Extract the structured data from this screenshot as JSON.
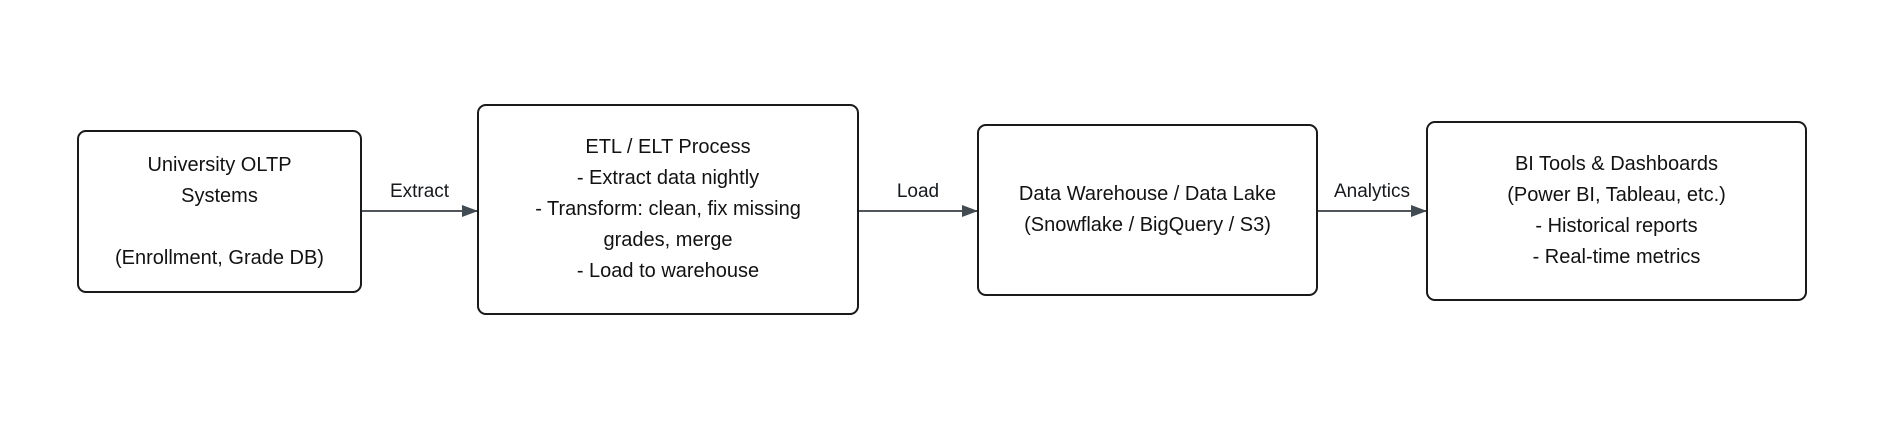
{
  "diagram": {
    "type": "flowchart",
    "colors": {
      "background": "#ffffff",
      "node_border": "#1a1a1a",
      "node_text": "#121212",
      "arrow": "#50565c",
      "arrowhead": "#424a52"
    },
    "nodes": [
      {
        "id": "university-oltp",
        "lines": [
          "University OLTP",
          "Systems",
          "",
          "(Enrollment, Grade DB)"
        ]
      },
      {
        "id": "etl-process",
        "lines": [
          "ETL / ELT Process",
          "- Extract data nightly",
          "- Transform: clean, fix missing",
          "grades, merge",
          "- Load to warehouse"
        ]
      },
      {
        "id": "data-warehouse",
        "lines": [
          "Data Warehouse / Data Lake",
          "(Snowflake / BigQuery / S3)"
        ]
      },
      {
        "id": "bi-tools",
        "lines": [
          "BI Tools & Dashboards",
          "(Power BI, Tableau, etc.)",
          "- Historical reports",
          "- Real-time metrics"
        ]
      }
    ],
    "edges": [
      {
        "from": "university-oltp",
        "to": "etl-process",
        "label": "Extract"
      },
      {
        "from": "etl-process",
        "to": "data-warehouse",
        "label": "Load"
      },
      {
        "from": "data-warehouse",
        "to": "bi-tools",
        "label": "Analytics"
      }
    ]
  }
}
